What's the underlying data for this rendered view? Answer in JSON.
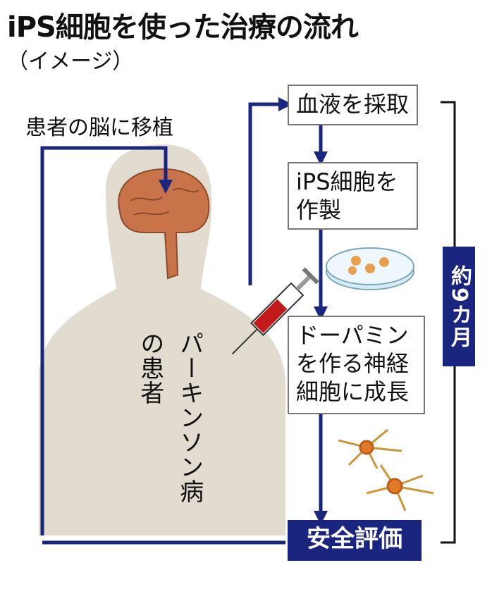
{
  "title": "iPS細胞を使った治療の流れ",
  "subtitle": "（イメージ）",
  "transplant_label": "患者の脳に移植",
  "patient_label_a": "パーキンソン病",
  "patient_label_b": "の患者",
  "steps": [
    "血液を採取",
    "iPS細胞を\n作製",
    "ドーパミン\nを作る神経\n細胞に成長",
    "安全評価"
  ],
  "period": "約9カ月",
  "colors": {
    "arrow": "#1a2580",
    "body": "#e2dbcf",
    "brain": "#c8734a",
    "blood": "#c21a1a"
  }
}
